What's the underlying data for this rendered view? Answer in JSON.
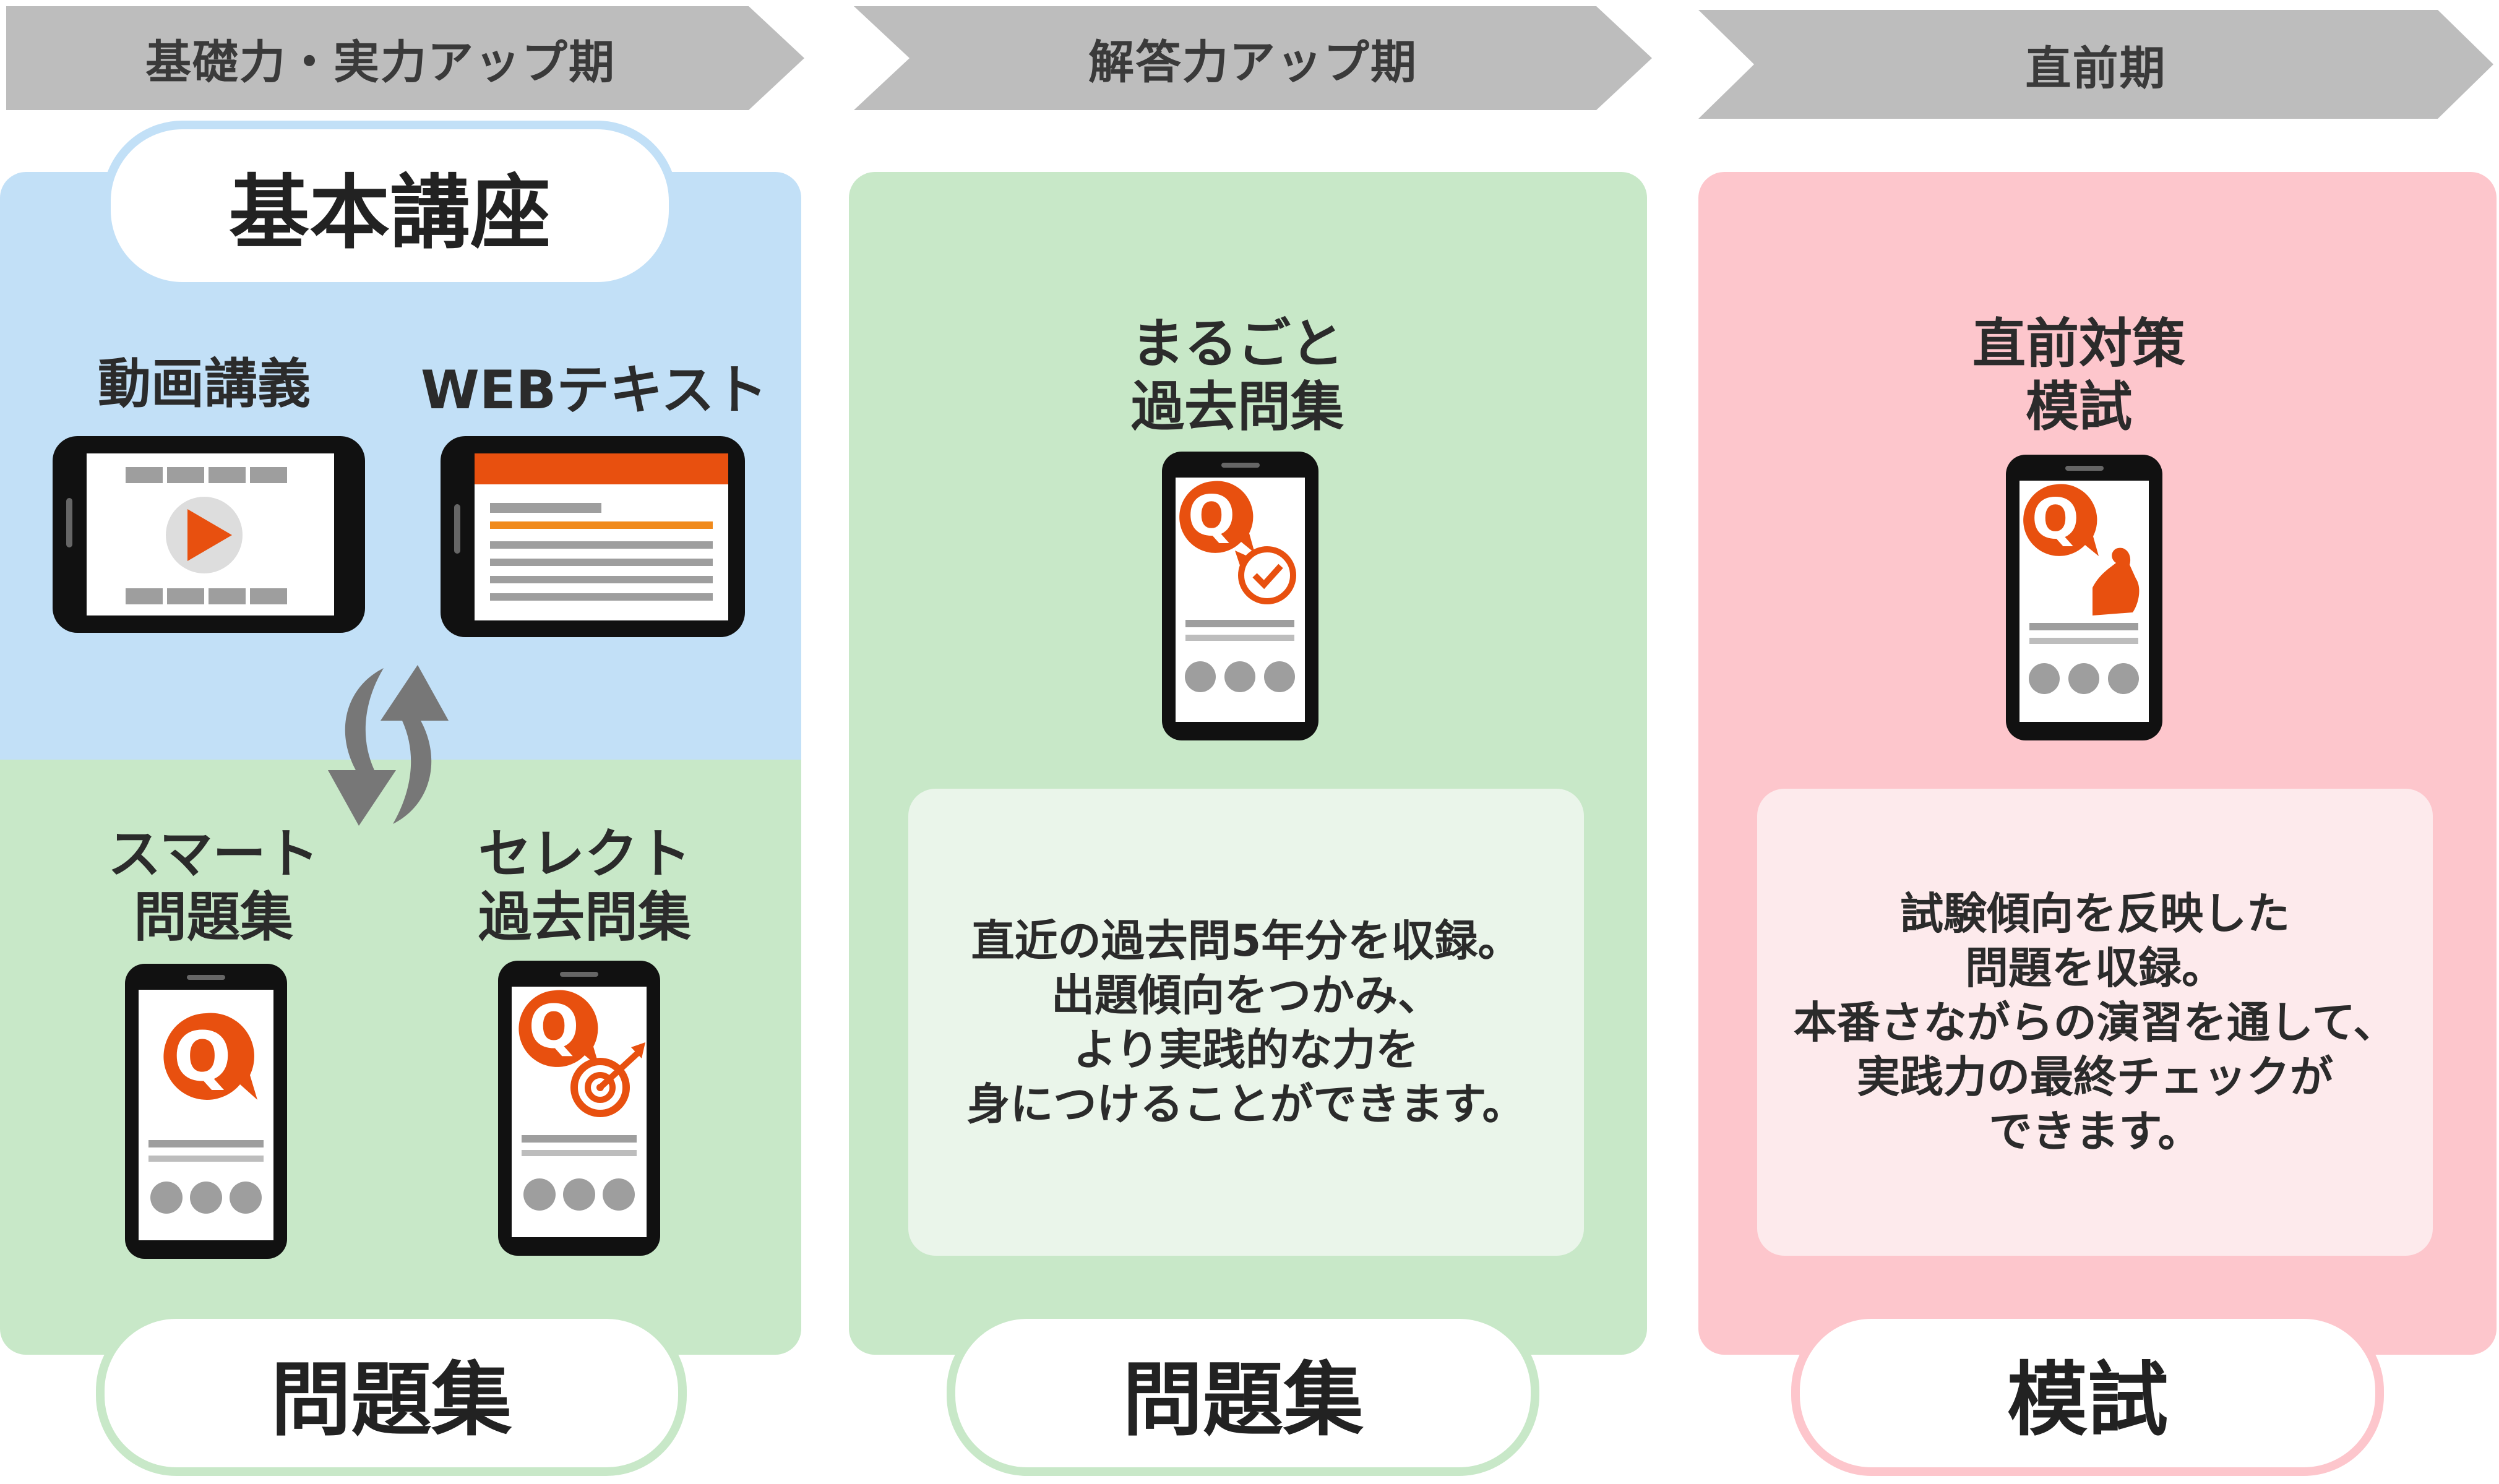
{
  "phases": [
    {
      "label": "基礎力・実力アップ期"
    },
    {
      "label": "解答力アップ期"
    },
    {
      "label": "直前期"
    }
  ],
  "col1": {
    "top_pill": "基本講座",
    "video_label": "動画講義",
    "web_label": "WEBテキスト",
    "smart_label": [
      "スマート",
      "問題集"
    ],
    "select_label": [
      "セレクト",
      "過去問集"
    ],
    "bottom_pill": "問題集"
  },
  "col2": {
    "label": [
      "まるごと",
      "過去問集"
    ],
    "description": [
      "直近の過去問5年分を収録。",
      "出題傾向をつかみ、",
      "より実践的な力を",
      "身につけることができます。"
    ],
    "bottom_pill": "問題集"
  },
  "col3": {
    "label": [
      "直前対策",
      "模試"
    ],
    "description": [
      "試験傾向を反映した",
      "問題を収録。",
      "本番さながらの演習を通して、",
      "実践力の最終チェックが",
      "できます。"
    ],
    "bottom_pill": "模試"
  },
  "icons": {
    "video": "video-play-icon",
    "web_text": "web-text-icon",
    "cycle": "cycle-arrows-icon",
    "q_bubble": "q-speech-bubble-icon",
    "clock": "clock-check-icon",
    "target": "target-arrow-icon",
    "muscle": "flexed-arm-icon"
  },
  "colors": {
    "phase_bar": "#bdbdbd",
    "blue_panel": "#c2e0f7",
    "green_panel": "#c8e8c8",
    "pink_panel": "#fdc6cc",
    "accent_orange": "#e8500f",
    "blue_border": "#c2e0f7",
    "green_border": "#c8e8c8",
    "pink_border": "#fdc6cc"
  }
}
